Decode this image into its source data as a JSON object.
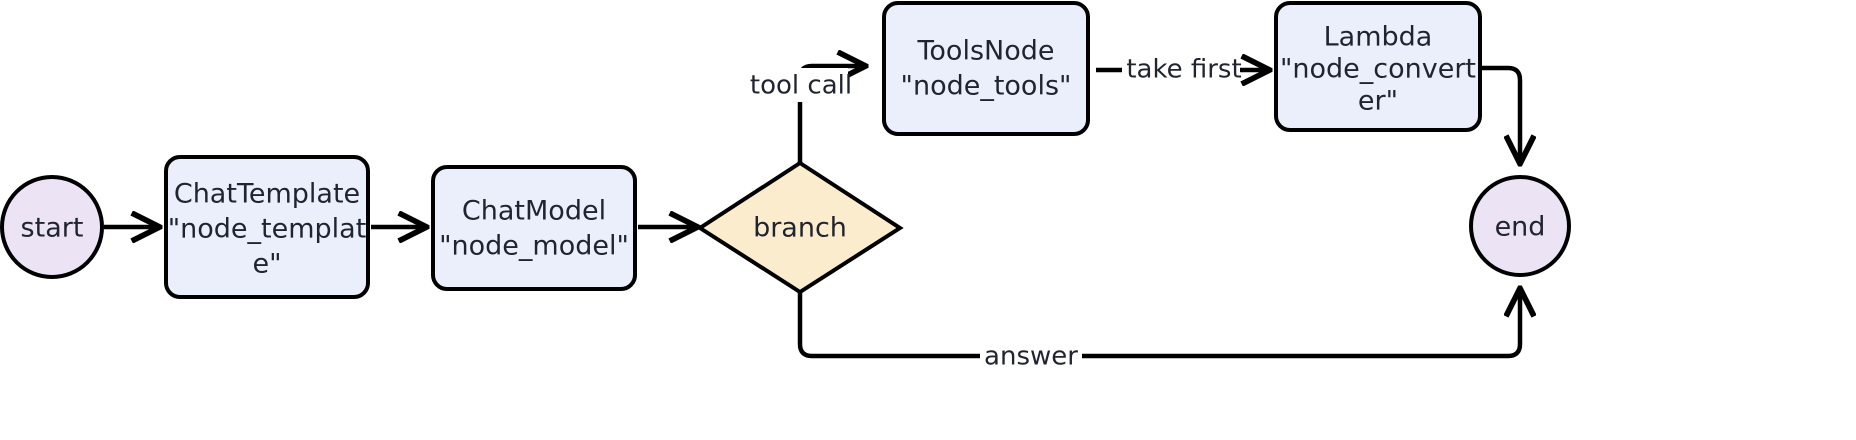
{
  "diagram": {
    "type": "flowchart",
    "orientation": "left-to-right",
    "title": "",
    "palette": {
      "terminal_fill": "#ece3f5",
      "process_fill": "#eaeffb",
      "decision_fill": "#fbeccd",
      "stroke": "#000000",
      "text": "#1f2430",
      "background": "#ffffff"
    },
    "nodes": [
      {
        "id": "start",
        "shape": "circle",
        "label": "start",
        "lines": [
          "start"
        ]
      },
      {
        "id": "node_template",
        "shape": "rounded-rect",
        "label": "ChatTemplate \"node_template\"",
        "lines": [
          "ChatTemplate",
          "\"node_templat",
          "e\""
        ]
      },
      {
        "id": "node_model",
        "shape": "rounded-rect",
        "label": "ChatModel \"node_model\"",
        "lines": [
          "ChatModel",
          "\"node_model\""
        ]
      },
      {
        "id": "branch",
        "shape": "diamond",
        "label": "branch",
        "lines": [
          "branch"
        ]
      },
      {
        "id": "node_tools",
        "shape": "rounded-rect",
        "label": "ToolsNode \"node_tools\"",
        "lines": [
          "ToolsNode",
          "\"node_tools\""
        ]
      },
      {
        "id": "node_converter",
        "shape": "rounded-rect",
        "label": "Lambda \"node_converter\"",
        "lines": [
          "Lambda",
          "\"node_convert",
          "er\""
        ]
      },
      {
        "id": "end",
        "shape": "circle",
        "label": "end",
        "lines": [
          "end"
        ]
      }
    ],
    "edges": [
      {
        "id": "e1",
        "from": "start",
        "to": "node_template",
        "label": ""
      },
      {
        "id": "e2",
        "from": "node_template",
        "to": "node_model",
        "label": ""
      },
      {
        "id": "e3",
        "from": "node_model",
        "to": "branch",
        "label": ""
      },
      {
        "id": "e4",
        "from": "branch",
        "to": "node_tools",
        "label": "tool call"
      },
      {
        "id": "e5",
        "from": "node_tools",
        "to": "node_converter",
        "label": "take first"
      },
      {
        "id": "e6",
        "from": "node_converter",
        "to": "end",
        "label": ""
      },
      {
        "id": "e7",
        "from": "branch",
        "to": "end",
        "label": "answer"
      }
    ]
  }
}
